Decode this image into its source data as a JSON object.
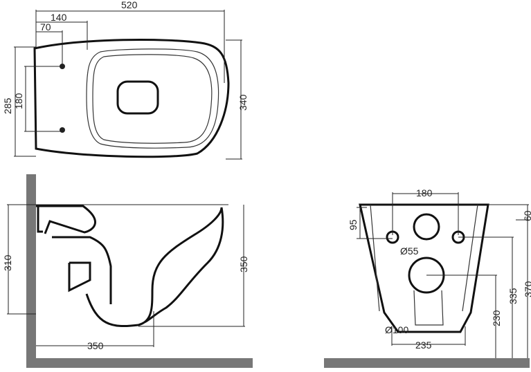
{
  "top_view": {
    "width": "520",
    "offset_1": "140",
    "offset_2": "70",
    "depth_left": "285",
    "hole_spacing": "180",
    "depth_right": "340"
  },
  "side_view": {
    "height_left": "310",
    "height_right": "350",
    "projection": "350"
  },
  "rear_view": {
    "top_spacing": "180",
    "left_height": "95",
    "outlet_top_dia": "Ø55",
    "outlet_bottom_dia": "Ø100",
    "base_width": "235",
    "h_230": "230",
    "h_335": "335",
    "h_370": "370",
    "h_60": "60"
  }
}
